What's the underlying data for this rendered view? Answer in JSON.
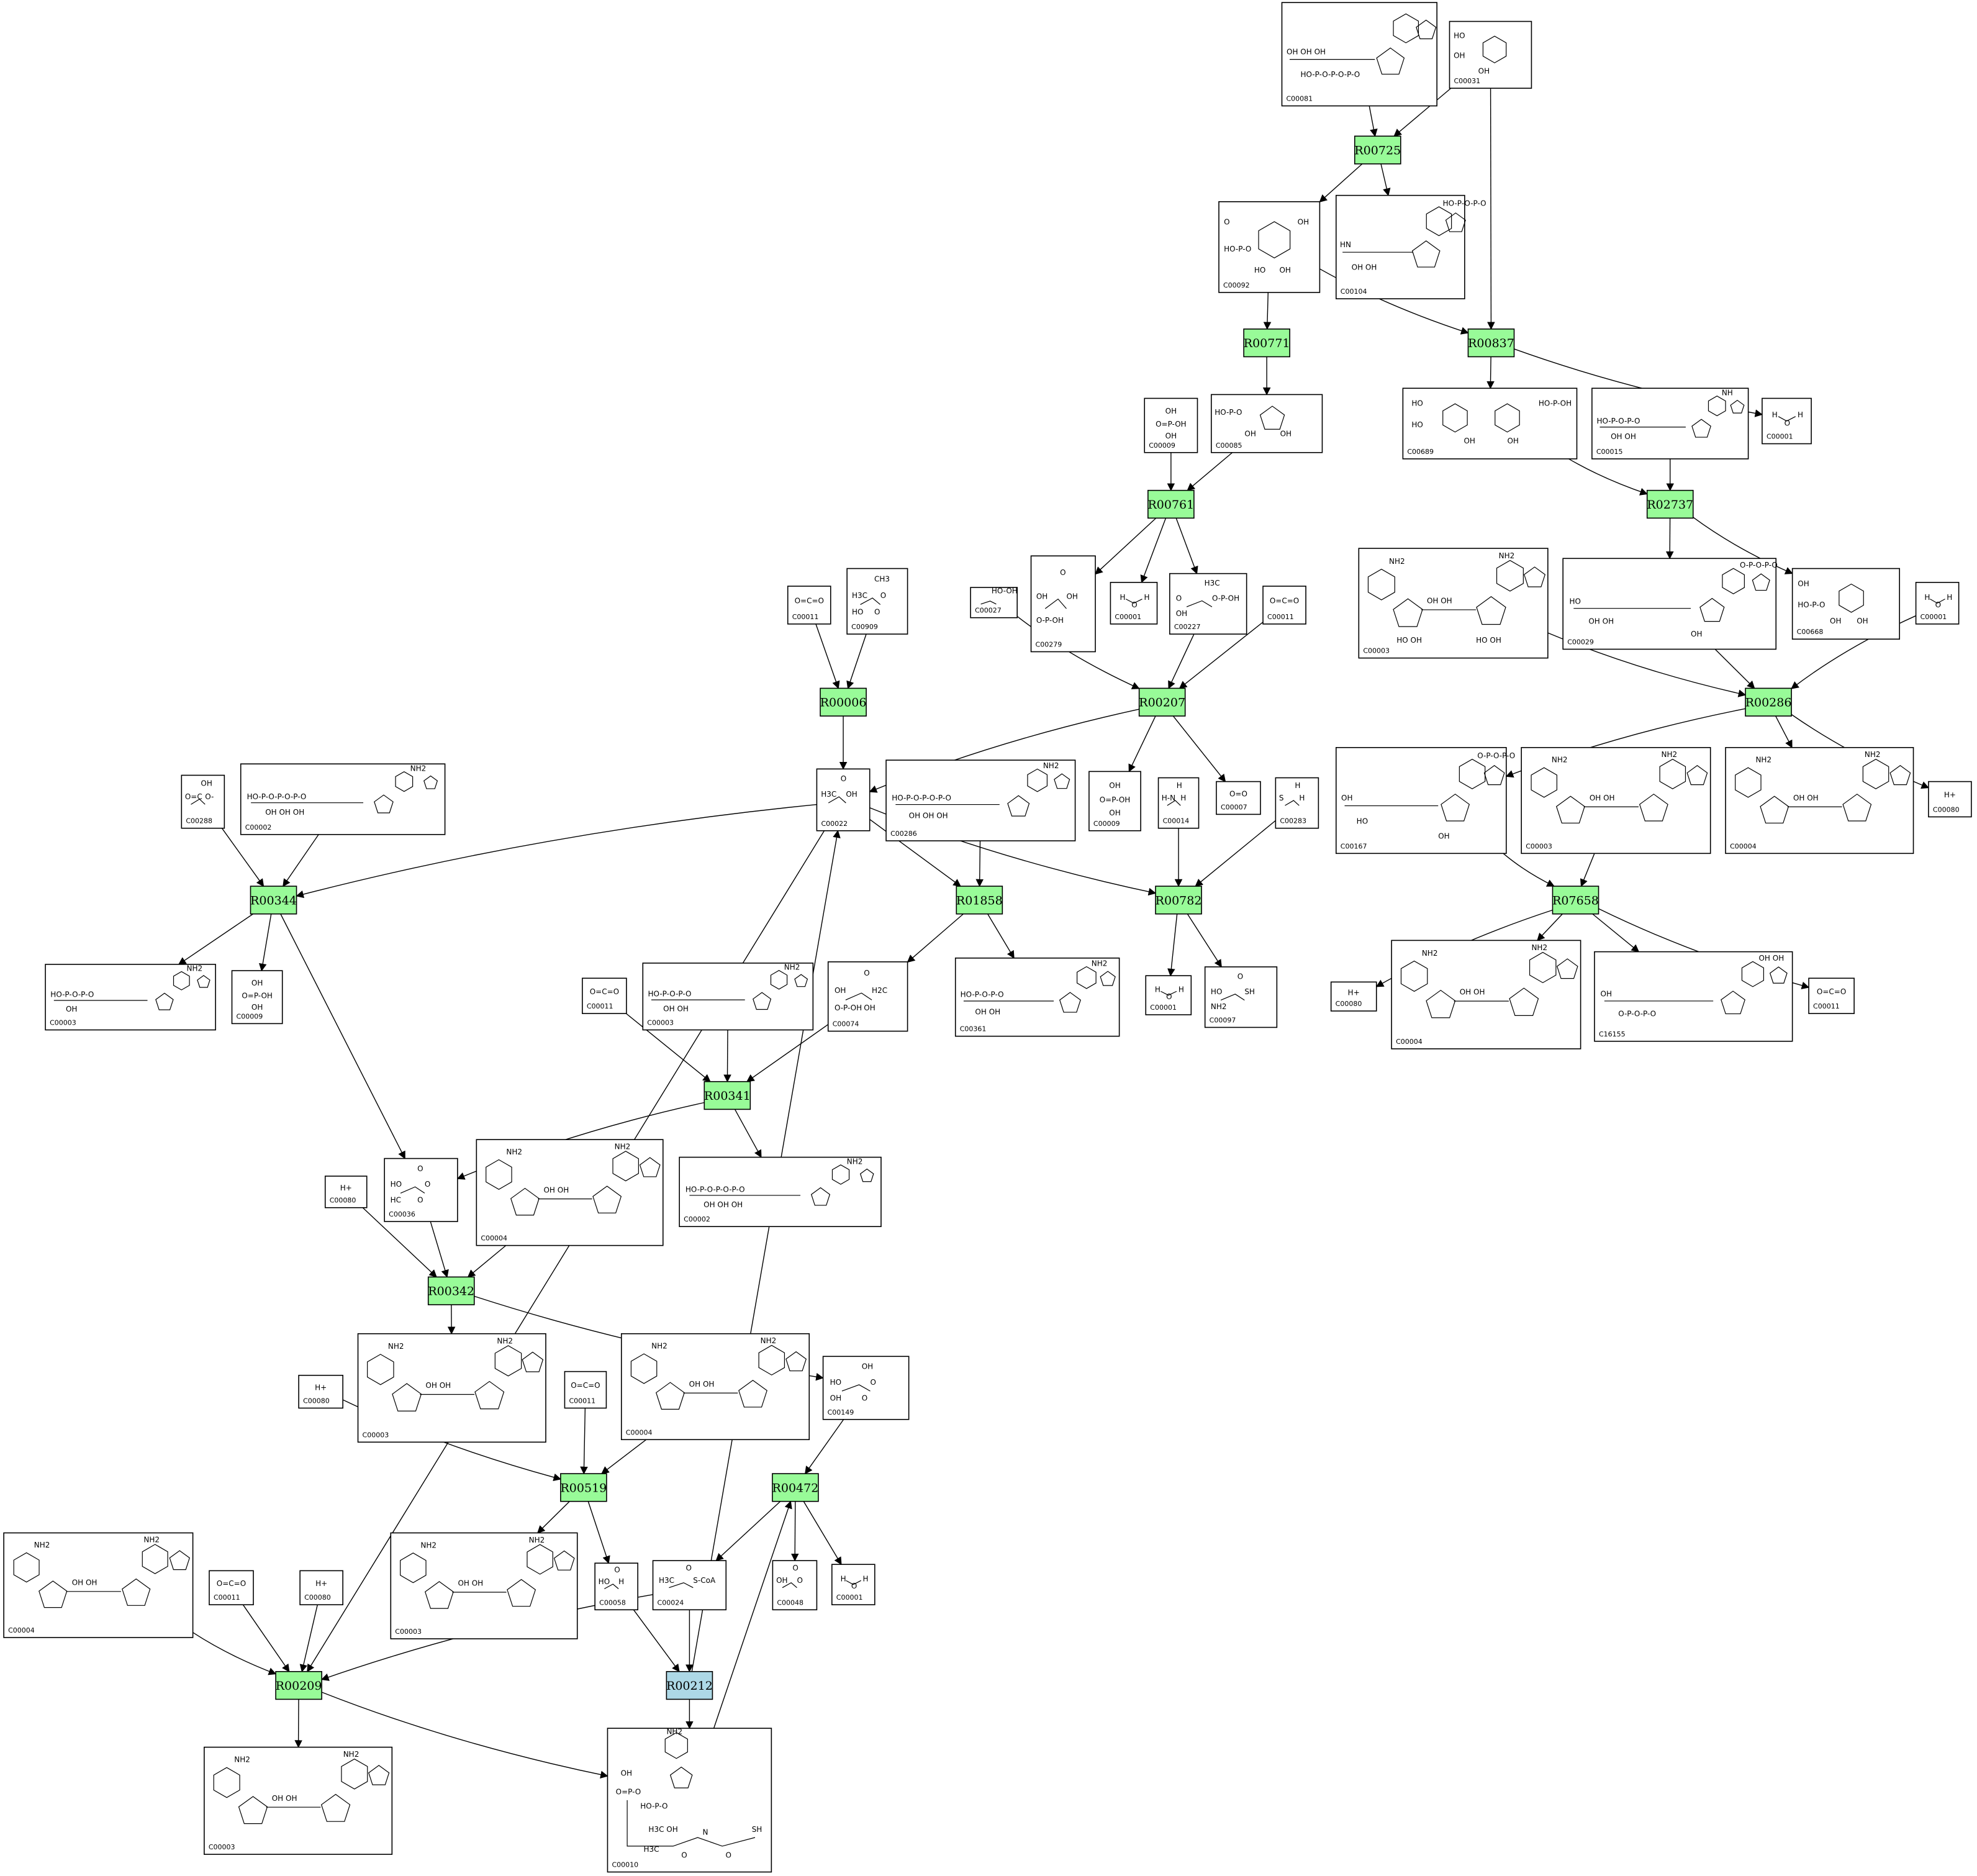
{
  "colors": {
    "reaction_default": "#98fb98",
    "reaction_highlight": "#add8e6"
  },
  "compounds": [
    {
      "id": "n0",
      "label": "C00081",
      "ring": "nucleotide",
      "texts": [
        "OH  OH  OH",
        "HO-P-O-P-O-P-O"
      ]
    },
    {
      "id": "n1",
      "label": "C00031",
      "ring": "sugar6",
      "texts": [
        "HO",
        "OH",
        "OH"
      ]
    },
    {
      "id": "n2",
      "label": "C00092",
      "ring": "sugar6",
      "texts": [
        "O",
        "HO-P-O",
        "HO",
        "OH",
        "OH"
      ]
    },
    {
      "id": "n3",
      "label": "C00104",
      "ring": "nucleotide",
      "texts": [
        "HN",
        "OH  OH",
        "HO-P-O-P-O"
      ]
    },
    {
      "id": "n4",
      "label": "C00009",
      "ring": "phosphate",
      "texts": [
        "OH",
        "O=P-OH",
        "OH"
      ]
    },
    {
      "id": "n5",
      "label": "C00085",
      "ring": "sugar5",
      "texts": [
        "HO-P-O",
        "OH",
        "OH"
      ]
    },
    {
      "id": "n6",
      "label": "C00689",
      "ring": "disaccharide",
      "texts": [
        "HO",
        "HO",
        "OH",
        "OH",
        "HO-P-OH"
      ]
    },
    {
      "id": "n7",
      "label": "C00015",
      "ring": "nucleotide",
      "texts": [
        "HO-P-O-P-O",
        "OH  OH",
        "NH"
      ]
    },
    {
      "id": "n8",
      "label": "C00001",
      "ring": "water",
      "texts": [
        "H",
        "O",
        "H"
      ]
    },
    {
      "id": "n9",
      "label": "C00279",
      "ring": "chain",
      "texts": [
        "O",
        "OH",
        "OH",
        "O-P-OH"
      ]
    },
    {
      "id": "n10",
      "label": "C00001",
      "ring": "water",
      "texts": [
        "H",
        "O",
        "H"
      ]
    },
    {
      "id": "n11",
      "label": "C00227",
      "ring": "chain",
      "texts": [
        "H3C",
        "O",
        "O-P-OH",
        "OH"
      ]
    },
    {
      "id": "n12",
      "label": "C00011",
      "ring": "co2",
      "texts": [
        "O=C=O"
      ]
    },
    {
      "id": "n13",
      "label": "C00909",
      "ring": "chain",
      "texts": [
        "CH3",
        "H3C",
        "O",
        "HO",
        "O"
      ]
    },
    {
      "id": "n14",
      "label": "C00027",
      "ring": "chain",
      "texts": [
        "HO-OH"
      ]
    },
    {
      "id": "n15",
      "label": "C00011",
      "ring": "co2",
      "texts": [
        "O=C=O"
      ]
    },
    {
      "id": "n16",
      "label": "C00003",
      "ring": "dinucleotide",
      "texts": [
        "NH2",
        "NH2",
        "OH  OH",
        "HO  OH",
        "HO  OH"
      ]
    },
    {
      "id": "n17",
      "label": "C00029",
      "ring": "nucleotide",
      "texts": [
        "HO",
        "OH  OH",
        "O-P-O-P-O",
        "OH"
      ]
    },
    {
      "id": "n18",
      "label": "C00668",
      "ring": "sugar6",
      "texts": [
        "OH",
        "HO-P-O",
        "OH",
        "OH"
      ]
    },
    {
      "id": "n19",
      "label": "C00001",
      "ring": "water",
      "texts": [
        "H",
        "O",
        "H"
      ]
    },
    {
      "id": "n20",
      "label": "C00288",
      "ring": "chain",
      "texts": [
        "OH",
        "O=C",
        "O-"
      ]
    },
    {
      "id": "n21",
      "label": "C00002",
      "ring": "nucleotide",
      "texts": [
        "HO-P-O-P-O-P-O",
        "OH OH OH",
        "NH2"
      ]
    },
    {
      "id": "n22",
      "label": "C00022",
      "ring": "chain",
      "texts": [
        "O",
        "H3C",
        "OH"
      ]
    },
    {
      "id": "n23",
      "label": "C00286",
      "ring": "nucleotide",
      "texts": [
        "HO-P-O-P-O-P-O",
        "OH OH OH",
        "NH2"
      ]
    },
    {
      "id": "n24",
      "label": "C00009",
      "ring": "phosphate",
      "texts": [
        "OH",
        "O=P-OH",
        "OH"
      ]
    },
    {
      "id": "n25",
      "label": "C00014",
      "ring": "chain",
      "texts": [
        "H",
        "H-N",
        "H"
      ]
    },
    {
      "id": "n26",
      "label": "C00007",
      "ring": "co2",
      "texts": [
        "O=O"
      ]
    },
    {
      "id": "n27",
      "label": "C00283",
      "ring": "chain",
      "texts": [
        "H",
        "S",
        "H"
      ]
    },
    {
      "id": "n28",
      "label": "C00167",
      "ring": "nucleotide",
      "texts": [
        "OH",
        "HO",
        "O-P-O-P-O",
        "OH"
      ]
    },
    {
      "id": "n29",
      "label": "C00003",
      "ring": "dinucleotide",
      "texts": [
        "NH2",
        "NH2",
        "OH  OH"
      ]
    },
    {
      "id": "n30",
      "label": "C00004",
      "ring": "dinucleotide",
      "texts": [
        "NH2",
        "NH2",
        "OH  OH"
      ]
    },
    {
      "id": "n31",
      "label": "C00080",
      "ring": "proton",
      "texts": [
        "H+"
      ]
    },
    {
      "id": "n32",
      "label": "C00003",
      "ring": "nucleotide",
      "texts": [
        "HO-P-O-P-O",
        "OH",
        "NH2"
      ]
    },
    {
      "id": "n33",
      "label": "C00009",
      "ring": "phosphate",
      "texts": [
        "OH",
        "O=P-OH",
        "OH"
      ]
    },
    {
      "id": "n34",
      "label": "C00011",
      "ring": "co2",
      "texts": [
        "O=C=O"
      ]
    },
    {
      "id": "n35",
      "label": "C00003",
      "ring": "nucleotide",
      "texts": [
        "HO-P-O-P-O",
        "OH  OH",
        "NH2"
      ]
    },
    {
      "id": "n36",
      "label": "C00074",
      "ring": "chain",
      "texts": [
        "O",
        "OH",
        "H2C",
        "O-P-OH",
        "OH"
      ]
    },
    {
      "id": "n37",
      "label": "C00361",
      "ring": "nucleotide",
      "texts": [
        "HO-P-O-P-O",
        "OH  OH",
        "NH2"
      ]
    },
    {
      "id": "n38",
      "label": "C00001",
      "ring": "water",
      "texts": [
        "H",
        "O",
        "H"
      ]
    },
    {
      "id": "n39",
      "label": "C00097",
      "ring": "chain",
      "texts": [
        "O",
        "HO",
        "SH",
        "NH2"
      ]
    },
    {
      "id": "n40",
      "label": "C00080",
      "ring": "proton",
      "texts": [
        "H+"
      ]
    },
    {
      "id": "n41",
      "label": "C00004",
      "ring": "dinucleotide",
      "texts": [
        "NH2",
        "NH2",
        "OH  OH"
      ]
    },
    {
      "id": "n42",
      "label": "C16155",
      "ring": "nucleotide",
      "texts": [
        "OH",
        "O-P-O-P-O",
        "OH  OH"
      ]
    },
    {
      "id": "n43",
      "label": "C00011",
      "ring": "co2",
      "texts": [
        "O=C=O"
      ]
    },
    {
      "id": "n44",
      "label": "C00080",
      "ring": "proton",
      "texts": [
        "H+"
      ]
    },
    {
      "id": "n45",
      "label": "C00036",
      "ring": "chain",
      "texts": [
        "O",
        "HO",
        "O",
        "HC",
        "O"
      ]
    },
    {
      "id": "n46",
      "label": "C00004",
      "ring": "dinucleotide",
      "texts": [
        "NH2",
        "NH2",
        "OH  OH"
      ]
    },
    {
      "id": "n47",
      "label": "C00002",
      "ring": "nucleotide",
      "texts": [
        "HO-P-O-P-O-P-O",
        "OH OH OH",
        "NH2"
      ]
    },
    {
      "id": "n48",
      "label": "C00003",
      "ring": "dinucleotide",
      "texts": [
        "NH2",
        "NH2",
        "OH  OH"
      ]
    },
    {
      "id": "n49",
      "label": "C00080",
      "ring": "proton",
      "texts": [
        "H+"
      ]
    },
    {
      "id": "n50",
      "label": "C00011",
      "ring": "co2",
      "texts": [
        "O=C=O"
      ]
    },
    {
      "id": "n51",
      "label": "C00004",
      "ring": "dinucleotide",
      "texts": [
        "NH2",
        "NH2",
        "OH  OH"
      ]
    },
    {
      "id": "n52",
      "label": "C00149",
      "ring": "chain",
      "texts": [
        "OH",
        "HO",
        "O",
        "OH",
        "O"
      ]
    },
    {
      "id": "n53",
      "label": "C00004",
      "ring": "dinucleotide",
      "texts": [
        "NH2",
        "NH2",
        "OH  OH"
      ]
    },
    {
      "id": "n54",
      "label": "C00011",
      "ring": "co2",
      "texts": [
        "O=C=O"
      ]
    },
    {
      "id": "n55",
      "label": "C00080",
      "ring": "proton",
      "texts": [
        "H+"
      ]
    },
    {
      "id": "n56",
      "label": "C00003",
      "ring": "dinucleotide",
      "texts": [
        "NH2",
        "NH2",
        "OH  OH"
      ]
    },
    {
      "id": "n57",
      "label": "C00058",
      "ring": "chain",
      "texts": [
        "O",
        "HO",
        "H"
      ]
    },
    {
      "id": "n58",
      "label": "C00024",
      "ring": "chain",
      "texts": [
        "O",
        "H3C",
        "S-CoA"
      ]
    },
    {
      "id": "n59",
      "label": "C00048",
      "ring": "chain",
      "texts": [
        "O",
        "OH",
        "O"
      ]
    },
    {
      "id": "n60",
      "label": "C00001",
      "ring": "water",
      "texts": [
        "H",
        "O",
        "H"
      ]
    },
    {
      "id": "n61",
      "label": "C00003",
      "ring": "dinucleotide",
      "texts": [
        "NH2",
        "NH2",
        "OH  OH"
      ]
    },
    {
      "id": "n62",
      "label": "C00010",
      "ring": "coa",
      "texts": [
        "NH2",
        "OH",
        "O=P-O",
        "HO-P-O",
        "H3C OH",
        "H3C",
        "N",
        "SH",
        "O",
        "O"
      ]
    }
  ],
  "reactions": [
    {
      "id": "r0",
      "label": "R00725",
      "highlight": false
    },
    {
      "id": "r1",
      "label": "R00771",
      "highlight": false
    },
    {
      "id": "r2",
      "label": "R00837",
      "highlight": false
    },
    {
      "id": "r3",
      "label": "R00761",
      "highlight": false
    },
    {
      "id": "r4",
      "label": "R02737",
      "highlight": false
    },
    {
      "id": "r5",
      "label": "R00006",
      "highlight": false
    },
    {
      "id": "r6",
      "label": "R00207",
      "highlight": false
    },
    {
      "id": "r7",
      "label": "R00286",
      "highlight": false
    },
    {
      "id": "r8",
      "label": "R00344",
      "highlight": false
    },
    {
      "id": "r9",
      "label": "R01858",
      "highlight": false
    },
    {
      "id": "r10",
      "label": "R00782",
      "highlight": false
    },
    {
      "id": "r11",
      "label": "R07658",
      "highlight": false
    },
    {
      "id": "r12",
      "label": "R00341",
      "highlight": false
    },
    {
      "id": "r13",
      "label": "R00342",
      "highlight": false
    },
    {
      "id": "r14",
      "label": "R00519",
      "highlight": false
    },
    {
      "id": "r15",
      "label": "R00472",
      "highlight": false
    },
    {
      "id": "r16",
      "label": "R00209",
      "highlight": false
    },
    {
      "id": "r17",
      "label": "R00212",
      "highlight": true
    }
  ],
  "edges": [
    [
      "n0",
      "r0"
    ],
    [
      "n1",
      "r0"
    ],
    [
      "r0",
      "n2"
    ],
    [
      "r0",
      "n3"
    ],
    [
      "n2",
      "r1"
    ],
    [
      "r1",
      "n5"
    ],
    [
      "n2",
      "r2"
    ],
    [
      "n1",
      "r2"
    ],
    [
      "r2",
      "n6"
    ],
    [
      "r2",
      "n8"
    ],
    [
      "n4",
      "r3"
    ],
    [
      "n5",
      "r3"
    ],
    [
      "r3",
      "n9"
    ],
    [
      "r3",
      "n10"
    ],
    [
      "r3",
      "n11"
    ],
    [
      "n6",
      "r4"
    ],
    [
      "n7",
      "r4"
    ],
    [
      "r4",
      "n17"
    ],
    [
      "r4",
      "n18"
    ],
    [
      "n12",
      "r5"
    ],
    [
      "n13",
      "r5"
    ],
    [
      "r5",
      "n22"
    ],
    [
      "n14",
      "r6"
    ],
    [
      "n11",
      "r6"
    ],
    [
      "n15",
      "r6"
    ],
    [
      "r6",
      "n22"
    ],
    [
      "r6",
      "n24"
    ],
    [
      "r6",
      "n26"
    ],
    [
      "n16",
      "r7"
    ],
    [
      "n17",
      "r7"
    ],
    [
      "n19",
      "r7"
    ],
    [
      "r7",
      "n28"
    ],
    [
      "r7",
      "n30"
    ],
    [
      "r7",
      "n31"
    ],
    [
      "n20",
      "r8"
    ],
    [
      "n21",
      "r8"
    ],
    [
      "n22",
      "r8"
    ],
    [
      "r8",
      "n32"
    ],
    [
      "r8",
      "n33"
    ],
    [
      "r8",
      "n45"
    ],
    [
      "n22",
      "r9"
    ],
    [
      "n23",
      "r9"
    ],
    [
      "r9",
      "n36"
    ],
    [
      "r9",
      "n37"
    ],
    [
      "n22",
      "r10"
    ],
    [
      "n25",
      "r10"
    ],
    [
      "n27",
      "r10"
    ],
    [
      "r10",
      "n38"
    ],
    [
      "r10",
      "n39"
    ],
    [
      "n28",
      "r11"
    ],
    [
      "n29",
      "r11"
    ],
    [
      "r11",
      "n40"
    ],
    [
      "r11",
      "n41"
    ],
    [
      "r11",
      "n42"
    ],
    [
      "r11",
      "n43"
    ],
    [
      "n34",
      "r12"
    ],
    [
      "n35",
      "r12"
    ],
    [
      "n36",
      "r12"
    ],
    [
      "r12",
      "n45"
    ],
    [
      "r12",
      "n47"
    ],
    [
      "n44",
      "r13"
    ],
    [
      "n45",
      "r13"
    ],
    [
      "n46",
      "r13"
    ],
    [
      "r13",
      "n48"
    ],
    [
      "r13",
      "n52"
    ],
    [
      "n49",
      "r14"
    ],
    [
      "n50",
      "r14"
    ],
    [
      "n51",
      "r14"
    ],
    [
      "r14",
      "n56"
    ],
    [
      "r14",
      "n57"
    ],
    [
      "n52",
      "r15"
    ],
    [
      "r15",
      "n58"
    ],
    [
      "r15",
      "n59"
    ],
    [
      "r15",
      "n60"
    ],
    [
      "n62",
      "r15"
    ],
    [
      "n53",
      "r16"
    ],
    [
      "n54",
      "r16"
    ],
    [
      "n55",
      "r16"
    ],
    [
      "n58",
      "r16"
    ],
    [
      "r16",
      "n61"
    ],
    [
      "r16",
      "n62"
    ],
    [
      "n22",
      "r16"
    ],
    [
      "n57",
      "r17"
    ],
    [
      "n58",
      "r17"
    ],
    [
      "r17",
      "n62"
    ],
    [
      "r17",
      "n22"
    ]
  ]
}
